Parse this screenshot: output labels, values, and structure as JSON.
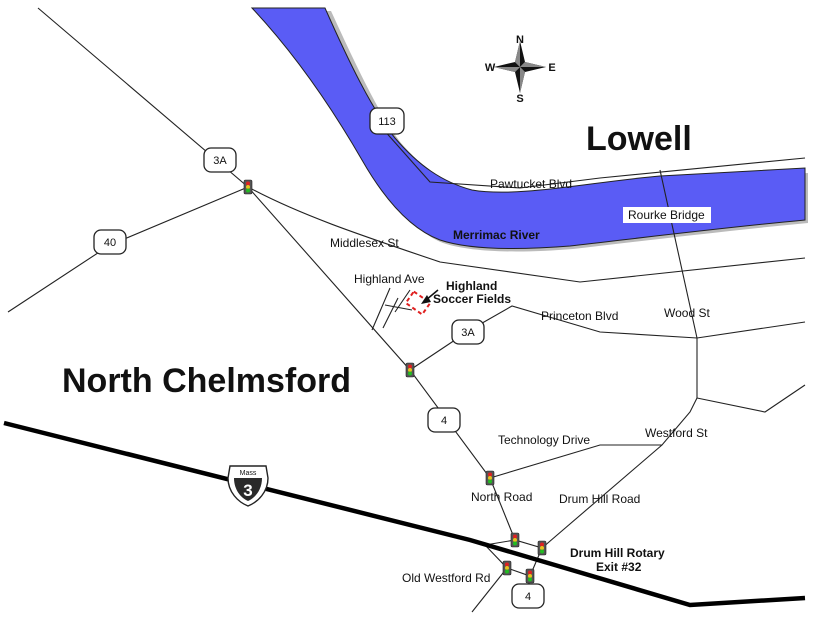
{
  "map": {
    "cities": {
      "lowell": "Lowell",
      "north_chelmsford": "North Chelmsford"
    },
    "water": {
      "river": "Merrimac River"
    },
    "roads": {
      "pawtucket": "Pawtucket Blvd",
      "rourke": "Rourke Bridge",
      "middlesex": "Middlesex St",
      "highland_ave": "Highland Ave",
      "princeton": "Princeton Blvd",
      "wood": "Wood St",
      "technology": "Technology Drive",
      "westford": "Westford St",
      "north_road": "North Road",
      "drum_hill_road": "Drum Hill Road",
      "old_westford": "Old Westford Rd"
    },
    "route_shields": {
      "r113": "113",
      "r3a_north": "3A",
      "r40": "40",
      "r3a_south": "3A",
      "r4_north": "4",
      "r4_south": "4"
    },
    "interstate": {
      "state": "Mass",
      "number": "3"
    },
    "destination": {
      "line1": "Highland",
      "line2": "Soccer Fields"
    },
    "rotary": {
      "line1": "Drum Hill Rotary",
      "line2": "Exit #32"
    },
    "compass": {
      "n": "N",
      "s": "S",
      "e": "E",
      "w": "W"
    },
    "colors": {
      "river": "#5a5cf5",
      "road": "#222222",
      "highway": "#000000",
      "marker": "#e02020"
    }
  }
}
